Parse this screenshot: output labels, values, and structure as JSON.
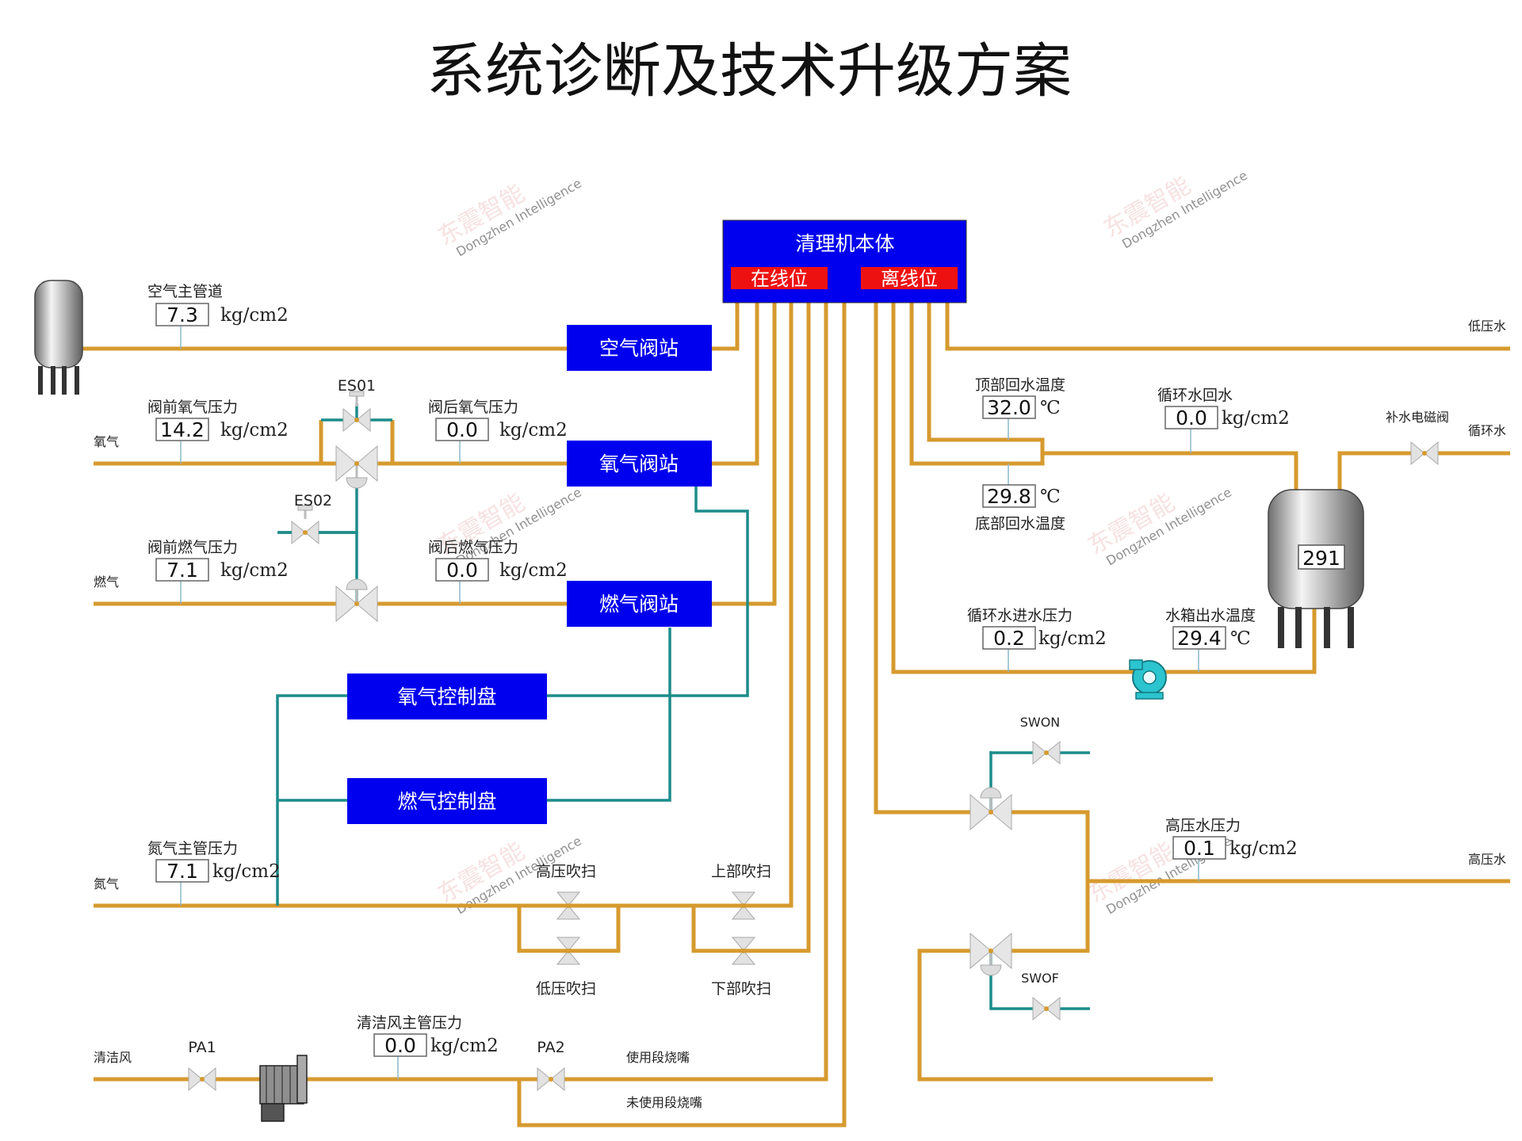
{
  "title": "系统诊断及技术升级方案",
  "stations": {
    "cleaner": "清理机本体",
    "online": "在线位",
    "offline": "离线位",
    "air_station": "空气阀站",
    "oxygen_station": "氧气阀站",
    "fuel_station": "燃气阀站",
    "oxygen_panel": "氧气控制盘",
    "fuel_panel": "燃气控制盘"
  },
  "sources": {
    "oxygen": "氧气",
    "fuel": "燃气",
    "nitrogen": "氮气",
    "clean_air": "清洁风",
    "low_pressure_water": "低压水",
    "circulating_water": "循环水",
    "high_pressure_water": "高压水"
  },
  "readings": {
    "air_main": {
      "label": "空气主管道",
      "value": "7.3",
      "unit": "kg/cm2"
    },
    "o2_before": {
      "label": "阀前氧气压力",
      "value": "14.2",
      "unit": "kg/cm2"
    },
    "o2_after": {
      "label": "阀后氧气压力",
      "value": "0.0",
      "unit": "kg/cm2"
    },
    "fuel_before": {
      "label": "阀前燃气压力",
      "value": "7.1",
      "unit": "kg/cm2"
    },
    "fuel_after": {
      "label": "阀后燃气压力",
      "value": "0.0",
      "unit": "kg/cm2"
    },
    "n2_main": {
      "label": "氮气主管压力",
      "value": "7.1",
      "unit": "kg/cm2"
    },
    "clean_air_main": {
      "label": "清洁风主管压力",
      "value": "0.0",
      "unit": "kg/cm2"
    },
    "top_return_temp": {
      "label": "顶部回水温度",
      "value": "32.0",
      "unit": "℃"
    },
    "bottom_return_temp": {
      "label": "底部回水温度",
      "value": "29.8",
      "unit": "℃"
    },
    "circ_return": {
      "label": "循环水回水",
      "value": "0.0",
      "unit": "kg/cm2"
    },
    "circ_in_pressure": {
      "label": "循环水进水压力",
      "value": "0.2",
      "unit": "kg/cm2"
    },
    "tank_out_temp": {
      "label": "水箱出水温度",
      "value": "29.4",
      "unit": "℃"
    },
    "hp_water": {
      "label": "高压水压力",
      "value": "0.1",
      "unit": "kg/cm2"
    },
    "tank_level": {
      "value": "291"
    }
  },
  "valves": {
    "es01": "ES01",
    "es02": "ES02",
    "pa1": "PA1",
    "pa2": "PA2",
    "swon": "SWON",
    "swof": "SWOF",
    "makeup": "补水电磁阀",
    "hp_purge": "高压吹扫",
    "lp_purge": "低压吹扫",
    "upper_purge": "上部吹扫",
    "lower_purge": "下部吹扫"
  },
  "nozzles": {
    "in_use": "使用段烧嘴",
    "unused": "未使用段烧嘴"
  },
  "watermark": {
    "brand": "东震智能",
    "sub": "Dongzhen Intelligence"
  },
  "colors": {
    "pipe": "#D69A2E",
    "signal": "#1C8C8A",
    "station": "#0000EE",
    "tag": "#EE1111"
  }
}
